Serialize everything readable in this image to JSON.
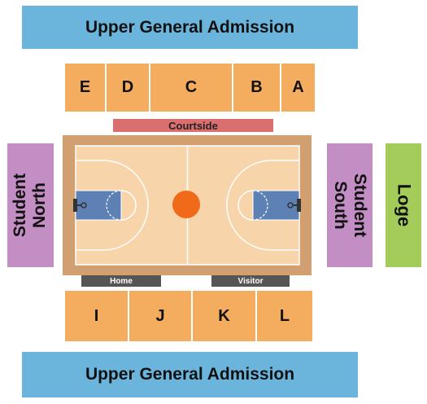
{
  "colors": {
    "upper_ga": "#6bb5dd",
    "lower_tier": "#f4ad5e",
    "student": "#c38ec4",
    "loge": "#a3cc5a",
    "courtside": "#db6f6f",
    "bench": "#555555",
    "court_border": "#d2a070",
    "court_floor": "#f7d4a9",
    "paint": "#5d80b5",
    "ball": "#f06a1a"
  },
  "sections": {
    "upper_ga_top": "Upper General Admission",
    "upper_ga_bottom": "Upper General Admission",
    "top_row": [
      "E",
      "D",
      "C",
      "B",
      "A"
    ],
    "bottom_row": [
      "I",
      "J",
      "K",
      "L"
    ],
    "courtside": "Courtside",
    "student_north": [
      "Student",
      "North"
    ],
    "student_south": [
      "Student",
      "South"
    ],
    "loge": "Loge",
    "home_bench": "Home",
    "visitor_bench": "Visitor"
  },
  "court": {
    "center_ball_icon": "basketball-icon",
    "hoop_icon": "basketball-hoop-icon"
  }
}
